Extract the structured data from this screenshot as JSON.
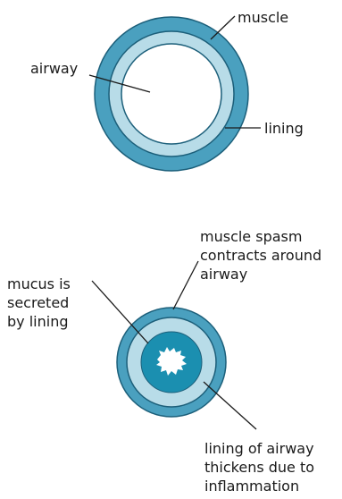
{
  "labels": {
    "muscle": "muscle",
    "airway": "airway",
    "lining": "lining",
    "spasm_line1": "muscle spasm",
    "spasm_line2": "contracts around",
    "spasm_line3": "airway",
    "mucus_line1": "mucus is",
    "mucus_line2": "secreted",
    "mucus_line3": "by lining",
    "thick_line1": "lining of airway",
    "thick_line2": "thickens due to",
    "thick_line3": "inflammation"
  },
  "colors": {
    "muscle": "#4aa0bf",
    "lining": "#b8dce8",
    "lumen": "#ffffff",
    "mucus": "#1b8fb0",
    "outline": "#1c5f7a",
    "text": "#1a1a1a"
  }
}
